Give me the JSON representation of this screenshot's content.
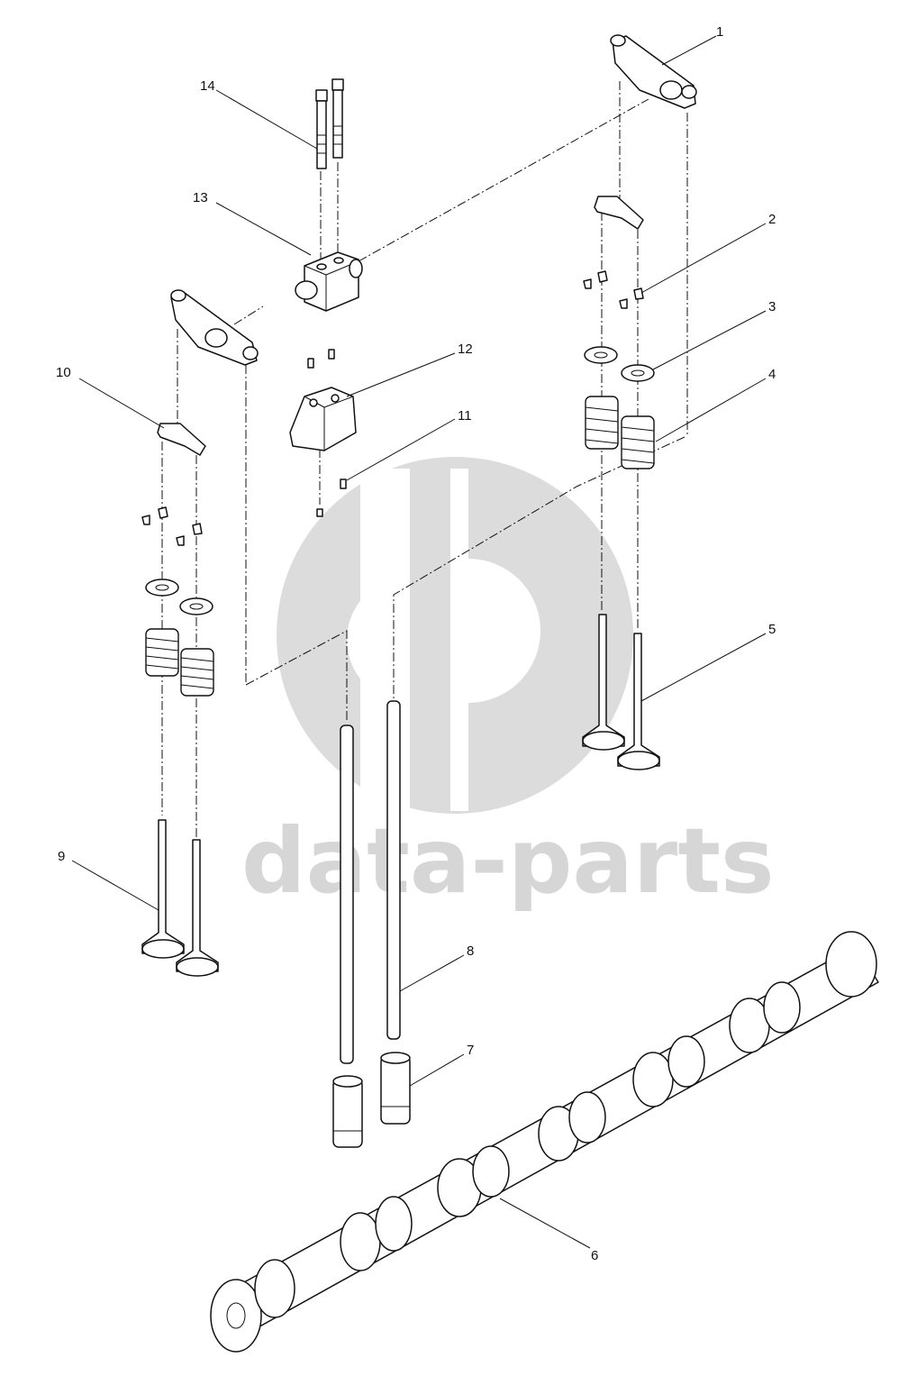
{
  "watermark": {
    "text": "data-parts",
    "color": "#d6d6d6"
  },
  "callouts": {
    "c1": "1",
    "c2": "2",
    "c3": "3",
    "c4": "4",
    "c5": "5",
    "c6": "6",
    "c7": "7",
    "c8": "8",
    "c9": "9",
    "c10": "10",
    "c11": "11",
    "c12": "12",
    "c13": "13",
    "c14": "14"
  },
  "colors": {
    "line": "#111111",
    "background": "#ffffff"
  }
}
